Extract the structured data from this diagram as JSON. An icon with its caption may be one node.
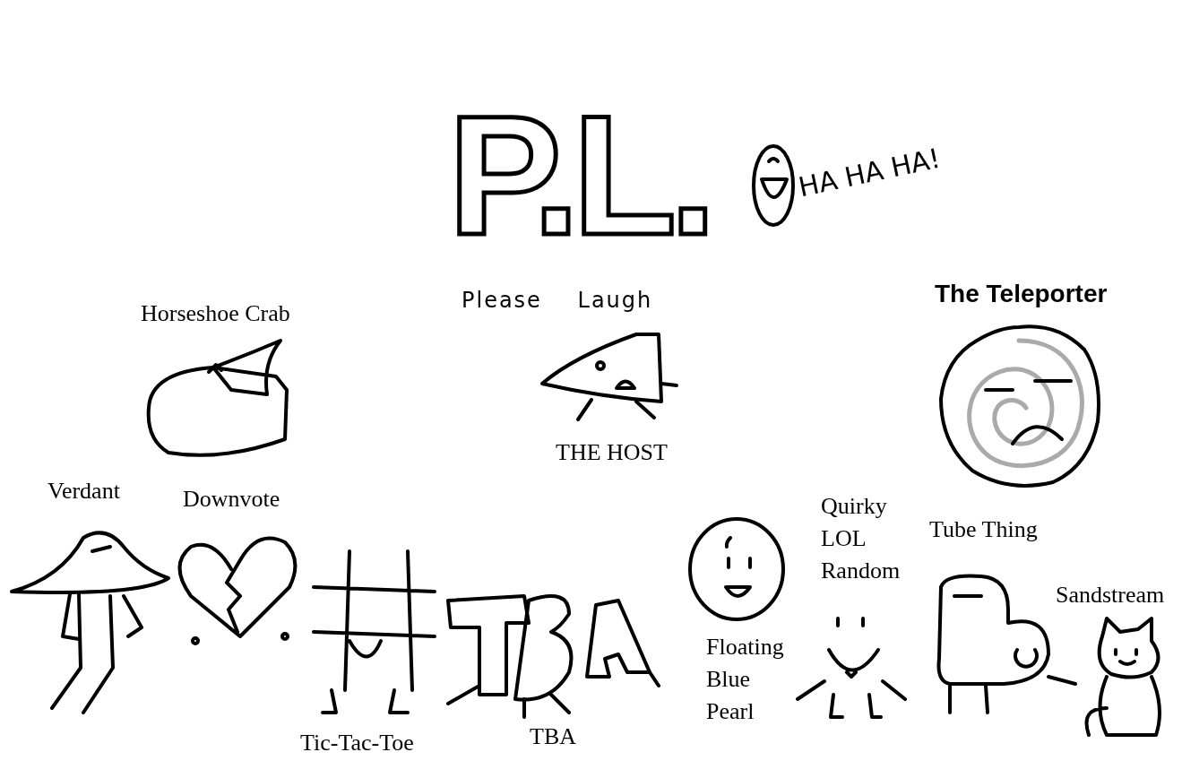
{
  "diagram": {
    "title": "P.L.",
    "labels": [
      "HA HA HA!",
      "Please Laugh",
      "The Teleporter",
      "Horseshoe Crab",
      "THE HOST",
      "Verdant",
      "Downvote",
      "Quirky LOL Random",
      "Tube Thing",
      "Sandstream",
      "Floating Blue Pearl",
      "Tic-Tac-Toe",
      "TBA"
    ]
  }
}
